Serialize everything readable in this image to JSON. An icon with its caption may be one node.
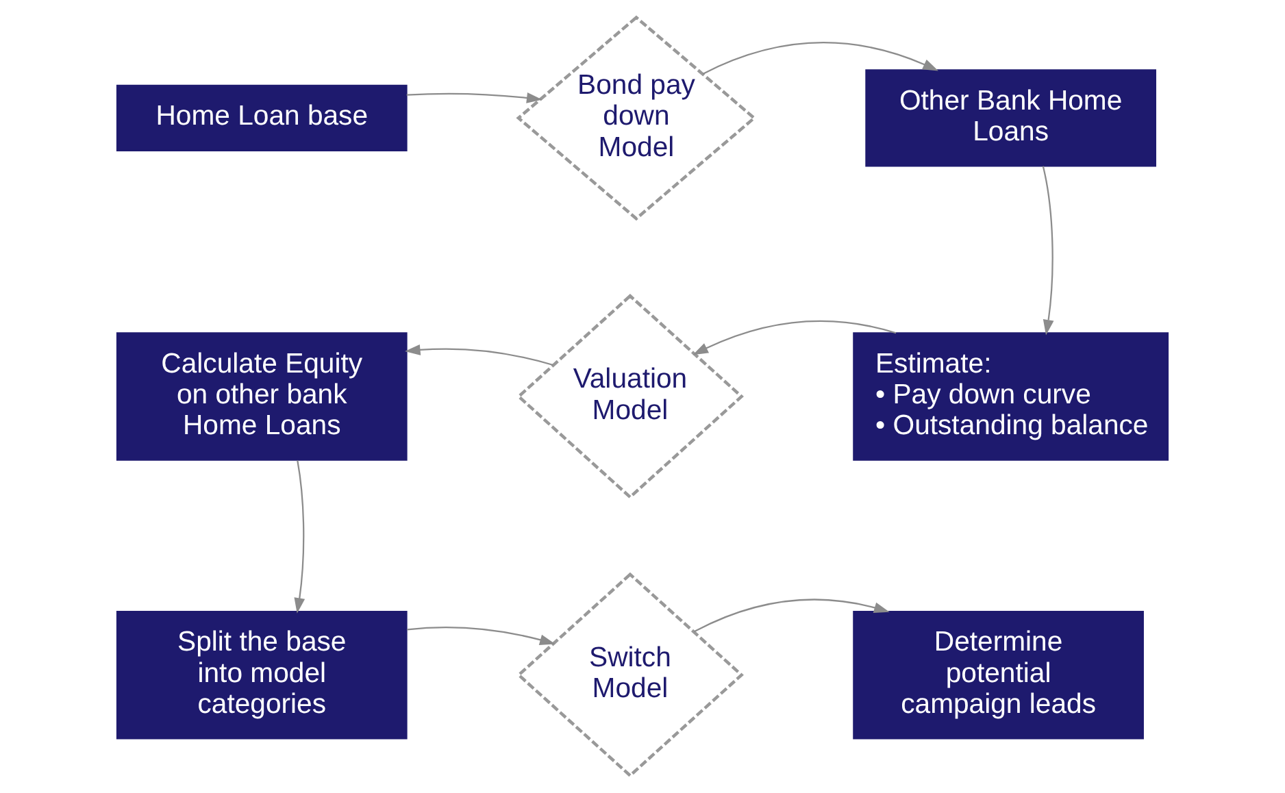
{
  "diagram": {
    "nodes": [
      {
        "text": [
          "Home Loan base"
        ]
      },
      {
        "text": [
          "Bond pay down Model"
        ]
      },
      {
        "text": [
          "Other Bank Home Loans"
        ]
      },
      {
        "text": [
          "Estimate:",
          "• Pay down curve",
          "• Outstanding balance"
        ]
      },
      {
        "text": [
          "Valuation Model"
        ]
      },
      {
        "text": [
          "Calculate Equity on other bank Home Loans"
        ]
      },
      {
        "text": [
          "Split the base into model categories"
        ]
      },
      {
        "text": [
          "Switch Model"
        ]
      },
      {
        "text": [
          "Determine potential campaign leads"
        ]
      }
    ],
    "edges": [
      {
        "from": 0,
        "to": 1,
        "arrow": "to"
      },
      {
        "from": 1,
        "to": 2,
        "arrow": "to"
      },
      {
        "from": 2,
        "to": 3,
        "arrow": "to"
      },
      {
        "from": 3,
        "to": 4,
        "arrow": "to"
      },
      {
        "from": 4,
        "to": 5,
        "arrow": "to"
      },
      {
        "from": 5,
        "to": 6,
        "arrow": "to"
      },
      {
        "from": 6,
        "to": 7,
        "arrow": "to"
      },
      {
        "from": 7,
        "to": 8,
        "arrow": "to"
      }
    ]
  }
}
